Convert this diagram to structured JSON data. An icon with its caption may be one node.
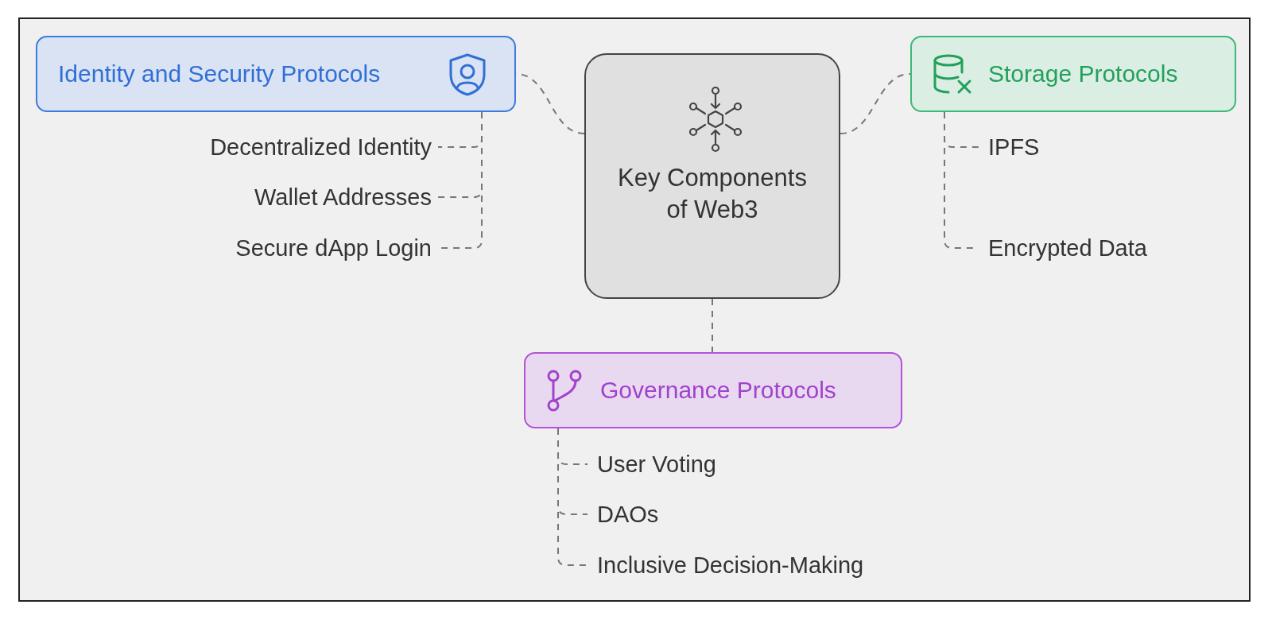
{
  "diagram": {
    "nodes": [
      {
        "text": [
          "Identity and Security Protocols"
        ]
      },
      {
        "text": [
          "Key Components of Web3"
        ]
      },
      {
        "text": [
          "Storage Protocols"
        ]
      },
      {
        "text": [
          "Decentralized Identity"
        ]
      },
      {
        "text": [
          "Wallet Addresses"
        ]
      },
      {
        "text": [
          "Secure dApp Login"
        ]
      },
      {
        "text": [
          "IPFS"
        ]
      },
      {
        "text": [
          "Encrypted Data"
        ]
      },
      {
        "text": [
          "Governance Protocols"
        ]
      },
      {
        "text": [
          "User Voting"
        ]
      },
      {
        "text": [
          "DAOs"
        ]
      },
      {
        "text": [
          "Inclusive Decision-Making"
        ]
      }
    ],
    "edges": [
      {
        "from": 1,
        "to": 0,
        "arrow": "none",
        "style": "dashed"
      },
      {
        "from": 1,
        "to": 2,
        "arrow": "none",
        "style": "dashed"
      },
      {
        "from": 1,
        "to": 8,
        "arrow": "none",
        "style": "dashed"
      },
      {
        "from": 0,
        "to": 3,
        "arrow": "none",
        "style": "dashed"
      },
      {
        "from": 0,
        "to": 4,
        "arrow": "none",
        "style": "dashed"
      },
      {
        "from": 0,
        "to": 5,
        "arrow": "none",
        "style": "dashed"
      },
      {
        "from": 2,
        "to": 6,
        "arrow": "none",
        "style": "dashed"
      },
      {
        "from": 2,
        "to": 7,
        "arrow": "none",
        "style": "dashed"
      },
      {
        "from": 8,
        "to": 9,
        "arrow": "none",
        "style": "dashed"
      },
      {
        "from": 8,
        "to": 10,
        "arrow": "none",
        "style": "dashed"
      },
      {
        "from": 8,
        "to": 11,
        "arrow": "none",
        "style": "dashed"
      }
    ]
  }
}
